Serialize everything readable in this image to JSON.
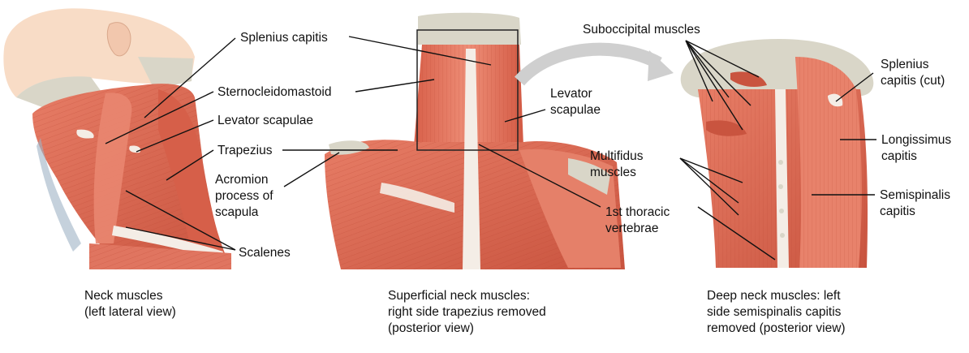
{
  "labels": {
    "splenius_capitis": "Splenius capitis",
    "sternocleidomastoid": "Sternocleidomastoid",
    "levator_scapulae_left": "Levator scapulae",
    "trapezius": "Trapezius",
    "acromion": "Acromion\nprocess of\nscapula",
    "scalenes": "Scalenes",
    "levator_scapulae_mid": "Levator\nscapulae",
    "first_thoracic": "1st thoracic\nvertebrae",
    "suboccipital": "Suboccipital muscles",
    "multifidus": "Multifidus\nmuscles",
    "splenius_cut": "Splenius\ncapitis (cut)",
    "longissimus": "Longissimus\ncapitis",
    "semispinalis": "Semispinalis\ncapitis"
  },
  "captions": {
    "left": "Neck muscles\n(left lateral view)",
    "middle": "Superficial neck muscles:\nright side trapezius removed\n(posterior view)",
    "right": "Deep neck muscles: left\nside semispinalis capitis\nremoved (posterior view)"
  },
  "colors": {
    "muscle": "#dd6b55",
    "muscle_dark": "#c4503d",
    "muscle_light": "#f0a394",
    "bone": "#d9d6c8",
    "skin": "#f8dcc6",
    "tendon": "#f4ede6",
    "arrow": "#cfcfcf"
  }
}
